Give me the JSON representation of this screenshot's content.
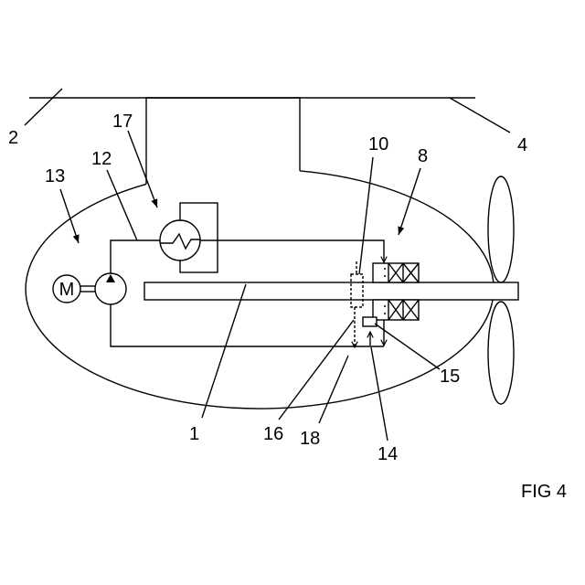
{
  "figure": {
    "caption": "FIG 4"
  },
  "motor": {
    "symbol": "M"
  },
  "reference_numerals": {
    "ref_1": "1",
    "ref_2": "2",
    "ref_4": "4",
    "ref_8": "8",
    "ref_10": "10",
    "ref_12": "12",
    "ref_13": "13",
    "ref_14": "14",
    "ref_15": "15",
    "ref_16": "16",
    "ref_17": "17",
    "ref_18": "18"
  },
  "colors": {
    "ink": "#000000",
    "paper": "#ffffff"
  }
}
